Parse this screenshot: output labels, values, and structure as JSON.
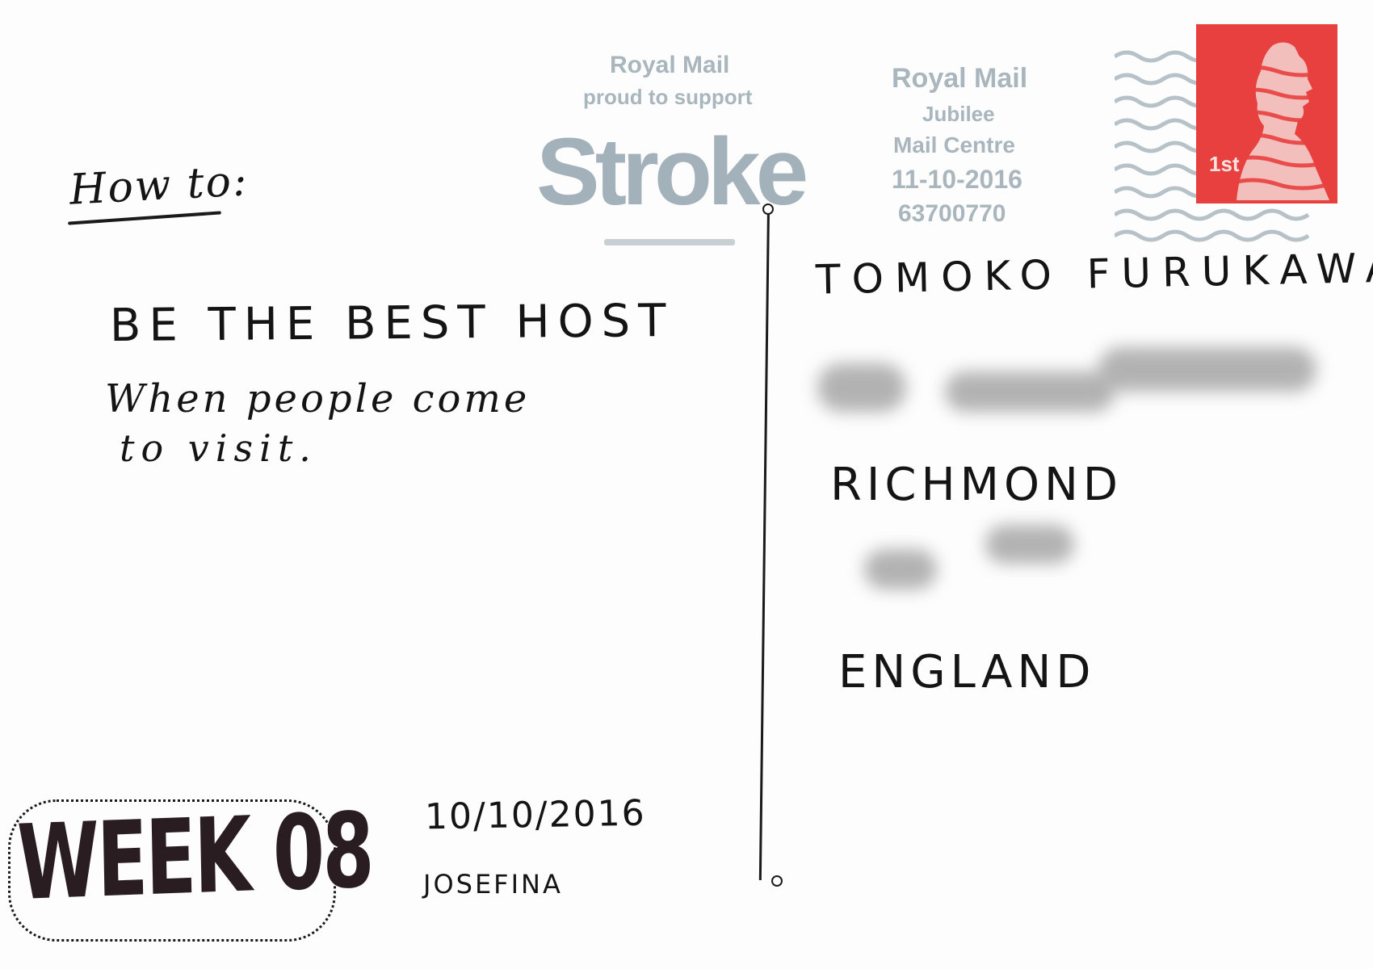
{
  "message": {
    "heading": "How to:",
    "line1": "BE THE BEST HOST",
    "line2": "When people come",
    "line3": "to visit."
  },
  "badge": {
    "week": "WEEK 08"
  },
  "signature": {
    "date": "10/10/2016",
    "name": "JOSEFINA"
  },
  "postmark_left": {
    "line1": "Royal Mail",
    "line2": "proud to support",
    "logo": "Stroke"
  },
  "postmark_right": {
    "line1": "Royal Mail",
    "line2": "Jubilee",
    "line3": "Mail Centre",
    "date": "11-10-2016",
    "code": "63700770"
  },
  "stamp": {
    "value": "1st",
    "color": "#e8403f",
    "icon": "queen-profile-icon"
  },
  "address": {
    "name": "TOMOKO FURUKAWA",
    "city": "RICHMOND",
    "country": "ENGLAND"
  }
}
